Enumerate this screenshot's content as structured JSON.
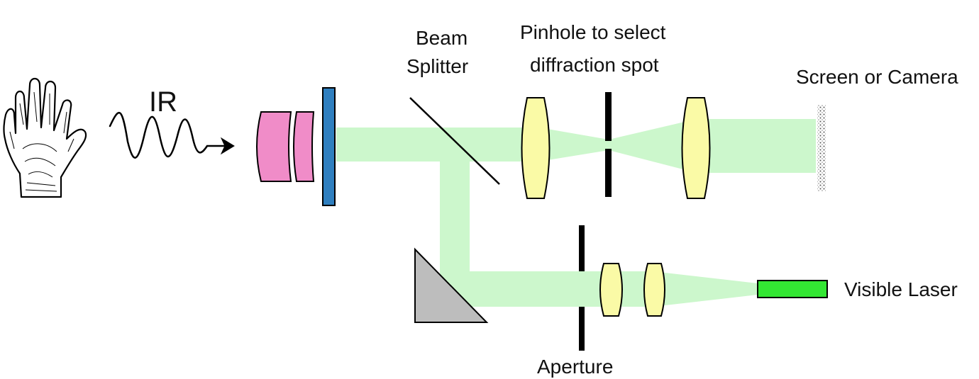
{
  "labels": {
    "ir": "IR",
    "beam_splitter_line1": "Beam",
    "beam_splitter_line2": "Splitter",
    "pinhole_line1": "Pinhole to select",
    "pinhole_line2": "diffraction spot",
    "screen": "Screen or Camera",
    "visible_laser": "Visible Laser",
    "aperture": "Aperture"
  },
  "colors": {
    "beam": "#ccf7cc",
    "ir_lens": "#f08cc8",
    "detector": "#2f7fbf",
    "lens": "#fafaa6",
    "prism": "#bdbdbd",
    "laser": "#33e633",
    "stroke": "#000000"
  },
  "icons": {
    "hand": "hand-icon",
    "wave": "wavy-arrow-icon"
  }
}
